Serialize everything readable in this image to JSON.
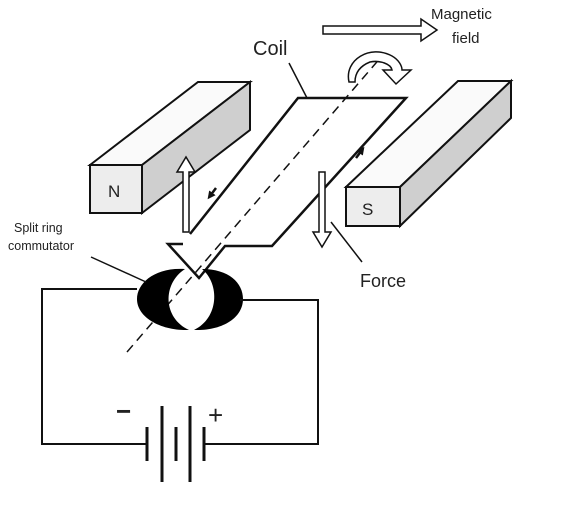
{
  "labels": {
    "coil": "Coil",
    "magnetic_field": [
      "Magnetic",
      "field"
    ],
    "north_pole": "N",
    "south_pole": "S",
    "commutator": [
      "Split ring",
      "commutator"
    ],
    "force": "Force",
    "minus_sign": "−",
    "plus_sign": "+"
  },
  "colors": {
    "stroke": "#111111",
    "magnet_front": "#ededed",
    "magnet_top": "#fafafa",
    "magnet_side": "#cfcfcf",
    "commutator": "#000000"
  }
}
